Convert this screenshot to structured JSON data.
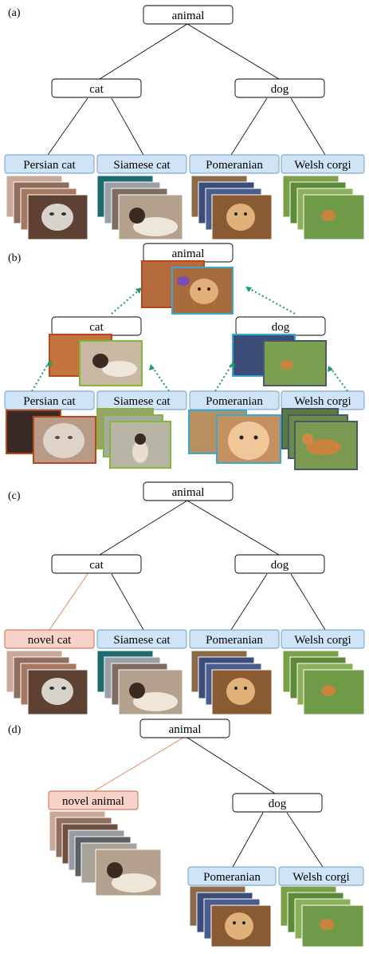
{
  "panels": [
    {
      "label": "(a)",
      "root": "animal",
      "parents": [
        "cat",
        "dog"
      ],
      "leaves": [
        "Persian cat",
        "Siamese cat",
        "Pomeranian",
        "Welsh corgi"
      ]
    },
    {
      "label": "(b)",
      "root": "animal",
      "parents": [
        "cat",
        "dog"
      ],
      "leaves": [
        "Persian cat",
        "Siamese cat",
        "Pomeranian",
        "Welsh corgi"
      ]
    },
    {
      "label": "(c)",
      "root": "animal",
      "parents": [
        "cat",
        "dog"
      ],
      "leaves": [
        "novel cat",
        "Siamese cat",
        "Pomeranian",
        "Welsh corgi"
      ]
    },
    {
      "label": "(d)",
      "root": "animal",
      "novel": "novel animal",
      "parents": [
        "dog"
      ],
      "leaves": [
        "Pomeranian",
        "Welsh corgi"
      ]
    }
  ],
  "colors": {
    "leaf_fill": "#cfe4f6",
    "leaf_stroke": "#6a9ac4",
    "novel_fill": "#f6d2c8",
    "novel_stroke": "#c9603c",
    "persian": "#b8481c",
    "siamese": "#7fb83a",
    "pomeranian": "#3aa9d2",
    "corgi": "#4a5966",
    "dotted": "#1f9a6a",
    "novel_edge": "#d9805f"
  }
}
